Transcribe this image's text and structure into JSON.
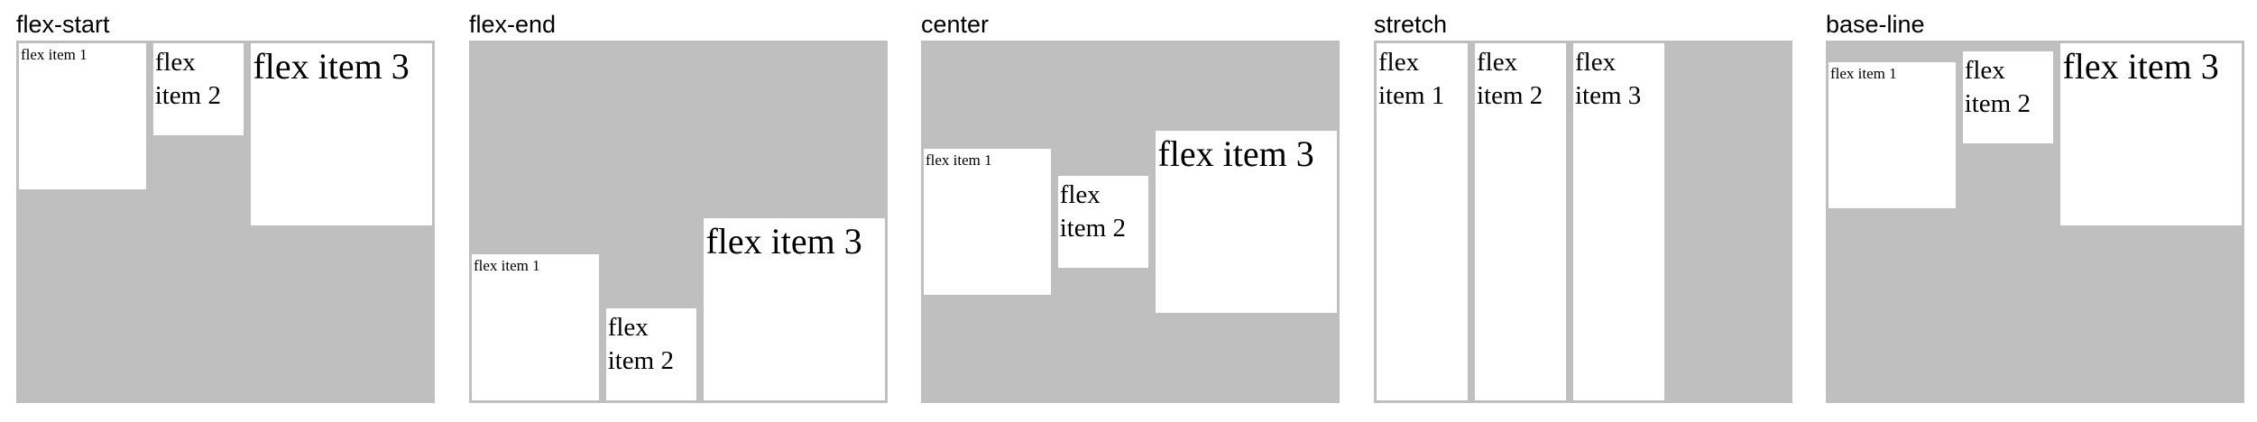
{
  "panels": [
    {
      "title": "flex-start",
      "items": [
        "flex item 1",
        "flex item 2",
        "flex item 3"
      ]
    },
    {
      "title": "flex-end",
      "items": [
        "flex item 1",
        "flex item 2",
        "flex item 3"
      ]
    },
    {
      "title": "center",
      "items": [
        "flex item 1",
        "flex item 2",
        "flex item 3"
      ]
    },
    {
      "title": "stretch",
      "items": [
        "flex item 1",
        "flex item 2",
        "flex item 3"
      ]
    },
    {
      "title": "base-line",
      "items": [
        "flex item 1",
        "flex item 2",
        "flex item 3"
      ]
    }
  ],
  "colors": {
    "container_background": "#bfbfbf",
    "item_background": "#ffffff",
    "text": "#000000"
  }
}
